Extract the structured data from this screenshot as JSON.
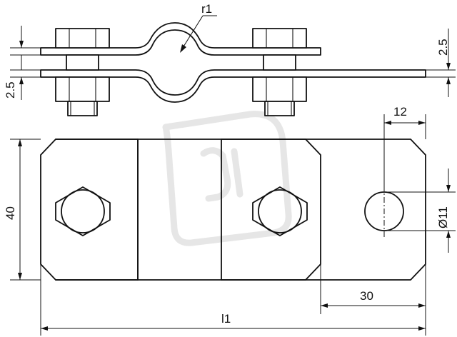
{
  "drawing": {
    "dimensions": {
      "top_radius": "r1",
      "thickness_left": "2.5",
      "thickness_right": "2.5",
      "slot_offset": "12",
      "height": "40",
      "hole_diameter": "Ø11",
      "end_length": "30",
      "total_length": "l1"
    },
    "colors": {
      "line": "#111111",
      "background": "#ffffff",
      "watermark": "#e6e6e6"
    }
  }
}
